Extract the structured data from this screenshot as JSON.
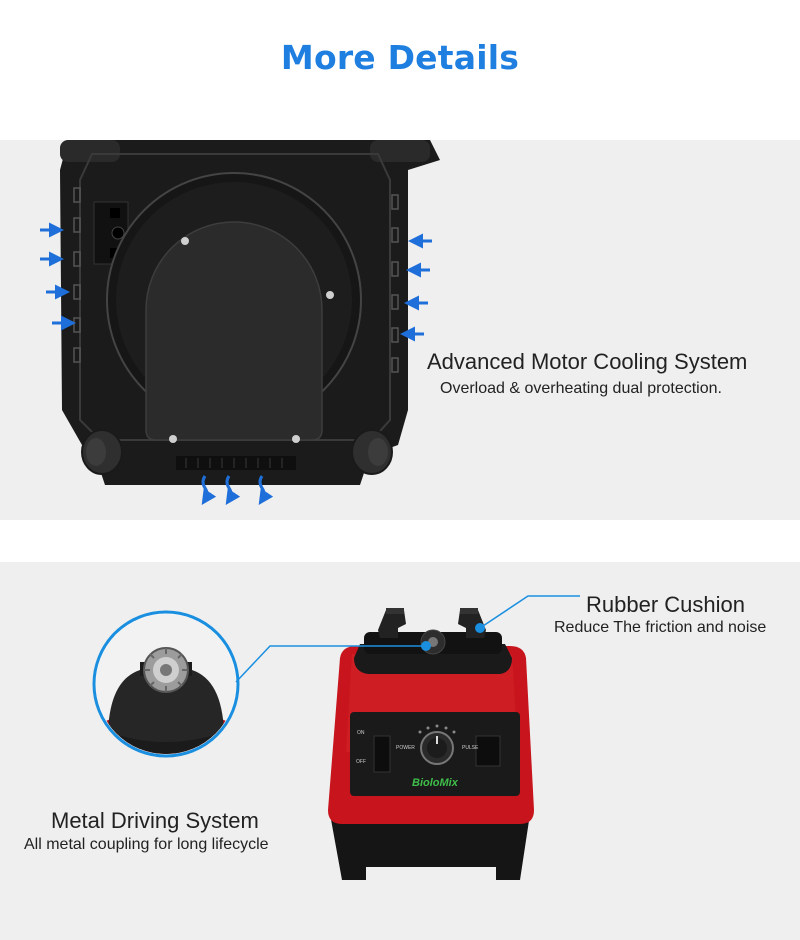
{
  "header": {
    "title": "More Details"
  },
  "cooling": {
    "title": "Advanced Motor Cooling System",
    "subtitle": "Overload & overheating dual protection."
  },
  "cushion": {
    "title": "Rubber Cushion",
    "subtitle": "Reduce The friction and noise"
  },
  "driving": {
    "title": "Metal Driving System",
    "subtitle": "All metal coupling for long lifecycle"
  },
  "blender": {
    "brand": "BioloMix",
    "switch_left_top": "ON",
    "switch_left_bottom": "OFF",
    "knob_left": "POWER",
    "knob_right": "PULSE"
  },
  "colors": {
    "title_blue": "#1f7fe0",
    "arrow_blue": "#1e6fd9",
    "blender_red": "#c8141c",
    "callout_line": "#1a8fe0"
  }
}
